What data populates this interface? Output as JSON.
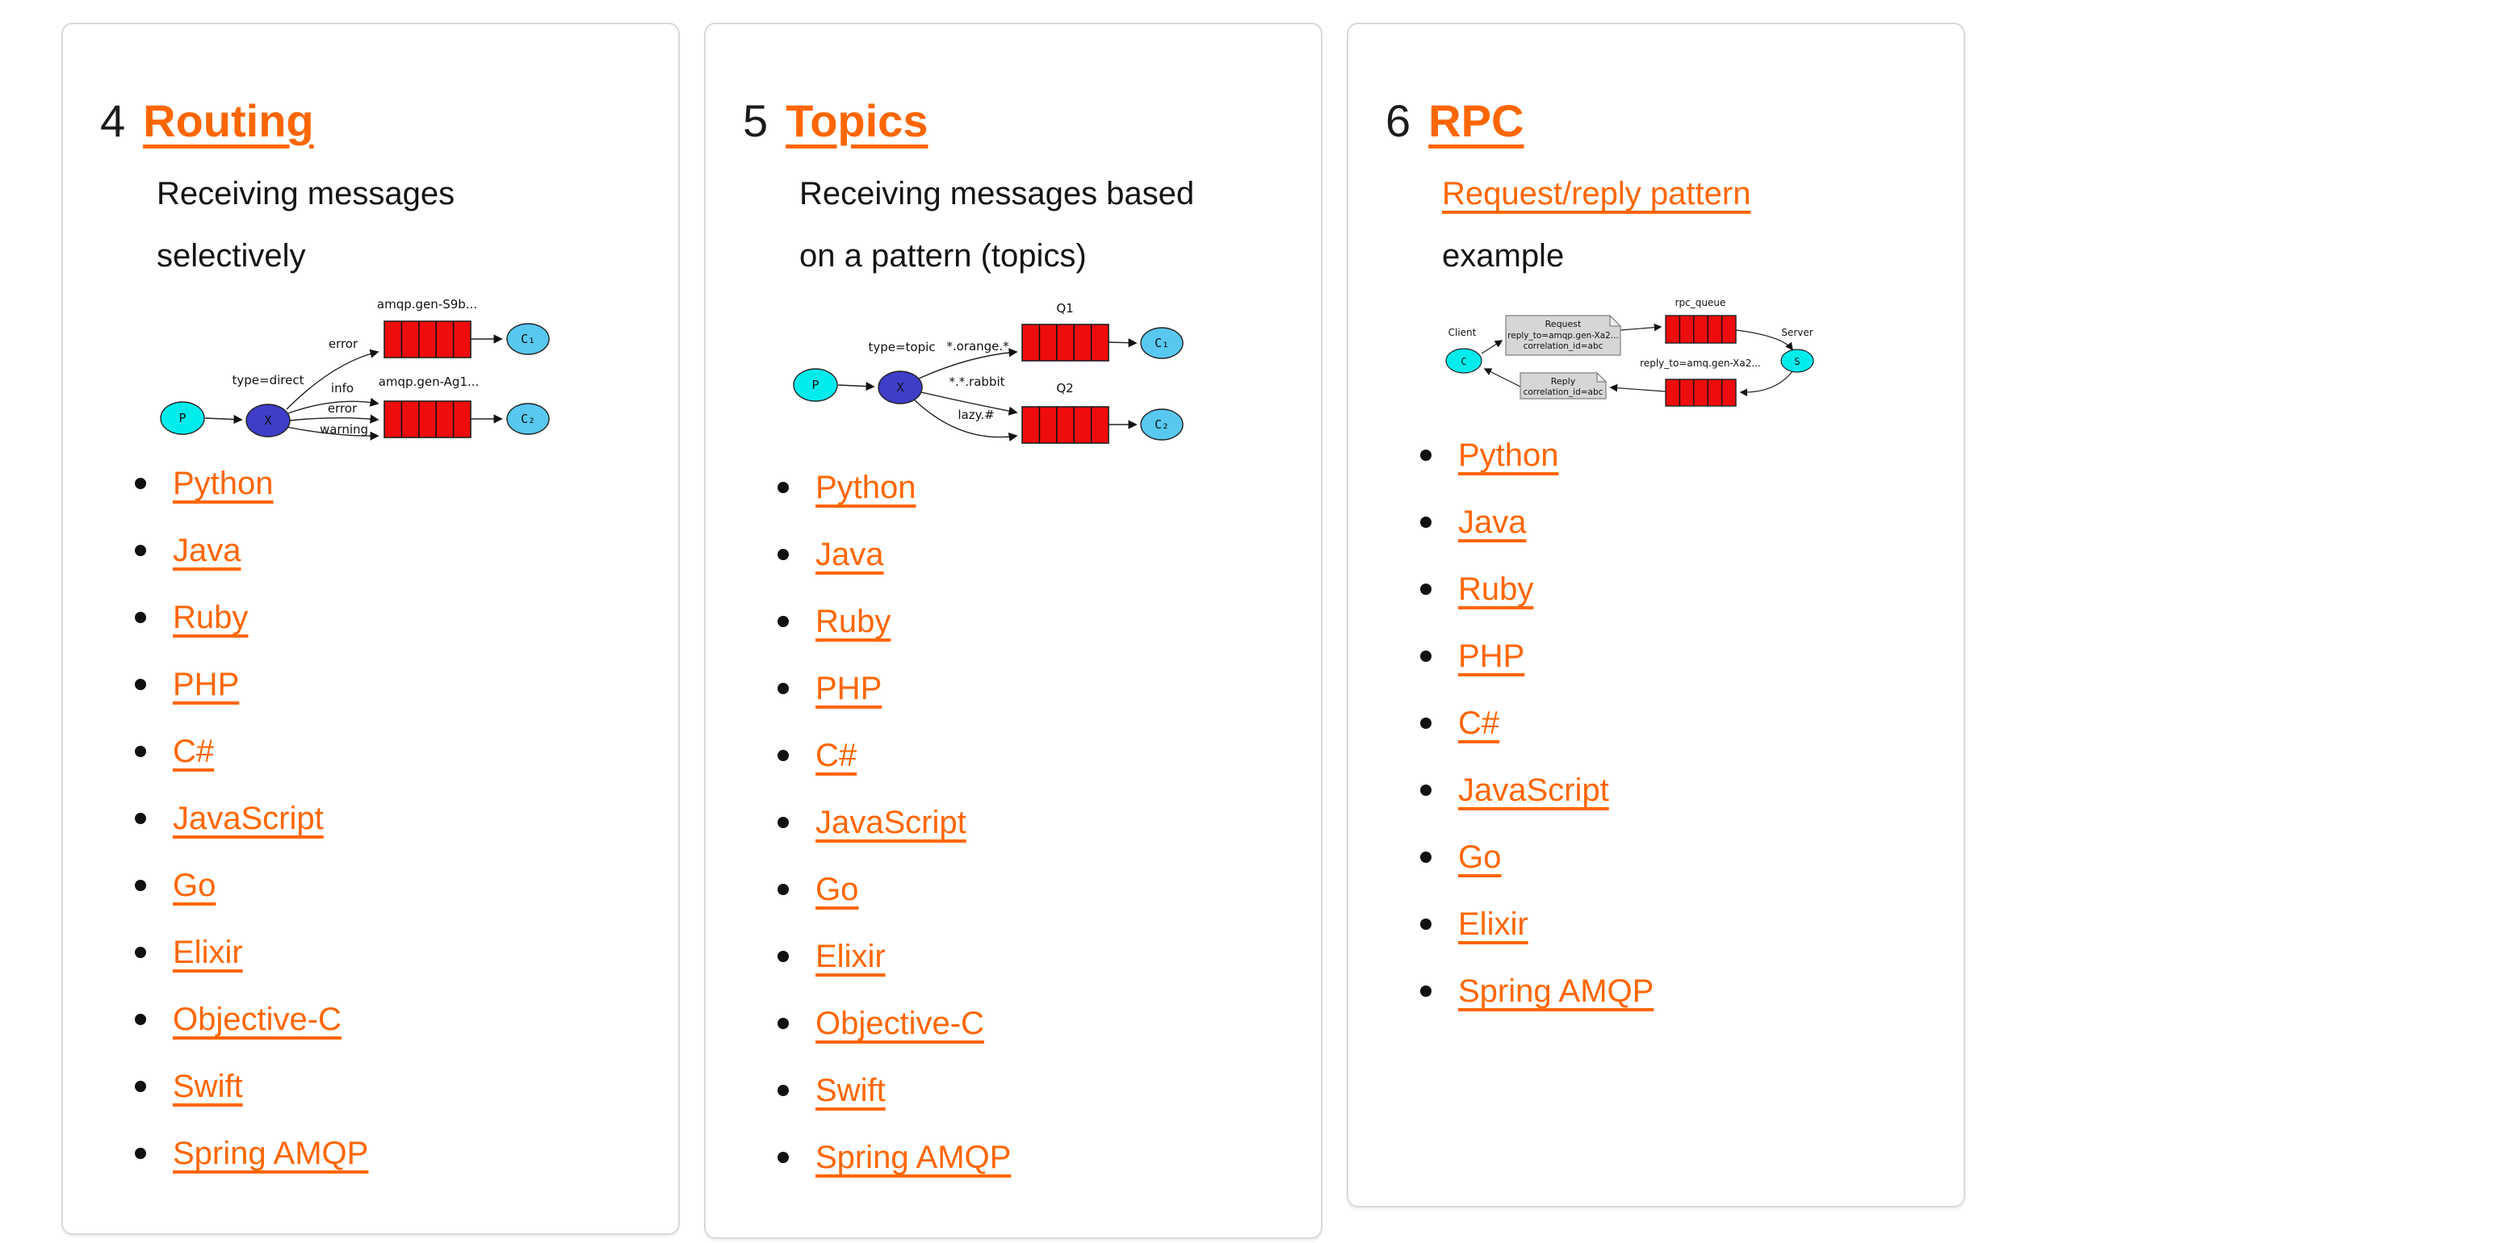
{
  "page": {
    "background": "#ffffff"
  },
  "colors": {
    "accent_orange": "#ff6600",
    "queue_red": "#ee0c0c",
    "producer_cyan": "#00ecec",
    "consumer_blue": "#58c8f0",
    "exchange_indigo": "#3e3ec8",
    "card_border": "#d9d9d9",
    "text_dark": "#1b1b1b"
  },
  "cards": [
    {
      "number": "4",
      "title": "Routing",
      "description": "Receiving messages selectively",
      "languages": [
        "Python",
        "Java",
        "Ruby",
        "PHP",
        "C#",
        "JavaScript",
        "Go",
        "Elixir",
        "Objective-C",
        "Swift",
        "Spring AMQP"
      ],
      "diagram": {
        "type": "direct-exchange",
        "producer": "P",
        "exchange": "X",
        "exchange_type_label": "type=direct",
        "queue1_name": "amqp.gen-S9b...",
        "queue2_name": "amqp.gen-Ag1...",
        "binding1_label": "error",
        "binding2_labels": [
          "info",
          "error",
          "warning"
        ],
        "consumer1": "C₁",
        "consumer2": "C₂"
      }
    },
    {
      "number": "5",
      "title": "Topics",
      "description": "Receiving messages based on a pattern (topics)",
      "languages": [
        "Python",
        "Java",
        "Ruby",
        "PHP",
        "C#",
        "JavaScript",
        "Go",
        "Elixir",
        "Objective-C",
        "Swift",
        "Spring AMQP"
      ],
      "diagram": {
        "type": "topic-exchange",
        "producer": "P",
        "exchange": "X",
        "exchange_type_label": "type=topic",
        "queue1_name": "Q1",
        "queue2_name": "Q2",
        "binding1_label": "*.orange.*",
        "binding2_labels": [
          "*.*.rabbit",
          "lazy.#"
        ],
        "consumer1": "C₁",
        "consumer2": "C₂"
      }
    },
    {
      "number": "6",
      "title": "RPC",
      "description_link": "Request/reply pattern",
      "description_rest": "example",
      "languages": [
        "Python",
        "Java",
        "Ruby",
        "PHP",
        "C#",
        "JavaScript",
        "Go",
        "Elixir",
        "Spring AMQP"
      ],
      "diagram": {
        "type": "rpc",
        "client_label": "Client",
        "client_node": "C",
        "server_label": "Server",
        "server_node": "S",
        "queue_label": "rpc_queue",
        "request_box_line1": "Request",
        "request_box_line2": "reply_to=amqp.gen-Xa2...",
        "request_box_line3": "correlation_id=abc",
        "reply_box_line1": "Reply",
        "reply_box_line2": "correlation_id=abc",
        "reply_to_label": "reply_to=amq.gen-Xa2..."
      }
    }
  ]
}
